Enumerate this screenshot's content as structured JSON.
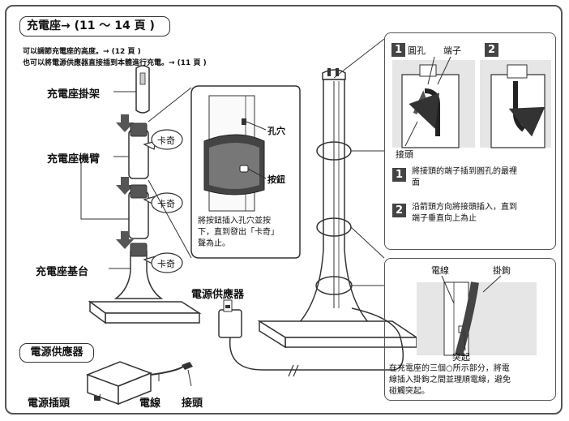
{
  "header": {
    "title": "充電座→ (11 ～ 14 頁 )"
  },
  "intro": {
    "line1": "可以調節充電座的高度。→ (12 頁 )",
    "line2": "也可以將電源供應器直接插到本體進行充電。→ (11 頁 )"
  },
  "parts": {
    "hanger": "充電座掛架",
    "arm": "充電座機臂",
    "base": "充電座基台"
  },
  "click_labels": [
    "卡奇",
    "卡奇",
    "卡奇"
  ],
  "detail": {
    "hole_label": "孔穴",
    "button_label": "按鈕",
    "instruction": [
      "將按鈕插入孔穴並按",
      "下，直到發出「卡奇」",
      "聲為止。"
    ]
  },
  "adapter_label": "電源供應器",
  "supply_section": {
    "title": "電源供應器",
    "plug": "電源插頭",
    "cord": "電線",
    "connector": "接頭"
  },
  "top_inset": {
    "step1_num": "1",
    "step2_num": "2",
    "hole_label": "圓孔",
    "terminal_label": "端子",
    "connector_label": "接頭",
    "step1_text": [
      "將接頭的端子插到圓孔的最裡",
      "面"
    ],
    "step2_text": [
      "沿箭頭方向將接頭插入，直到",
      "端子垂直向上為止"
    ]
  },
  "bottom_inset": {
    "wire_label": "電線",
    "hook_label": "掛鉤",
    "bump_label": "突起",
    "text": [
      "在充電座的三個○所示部分，將電",
      "線插入掛鉤之間並理順電線，避免",
      "碰觸突起。"
    ]
  },
  "colors": {
    "border": "#555555",
    "part_fill": "#ffffff",
    "dark": "#333333",
    "photo_bg": "#e6e6e6"
  }
}
